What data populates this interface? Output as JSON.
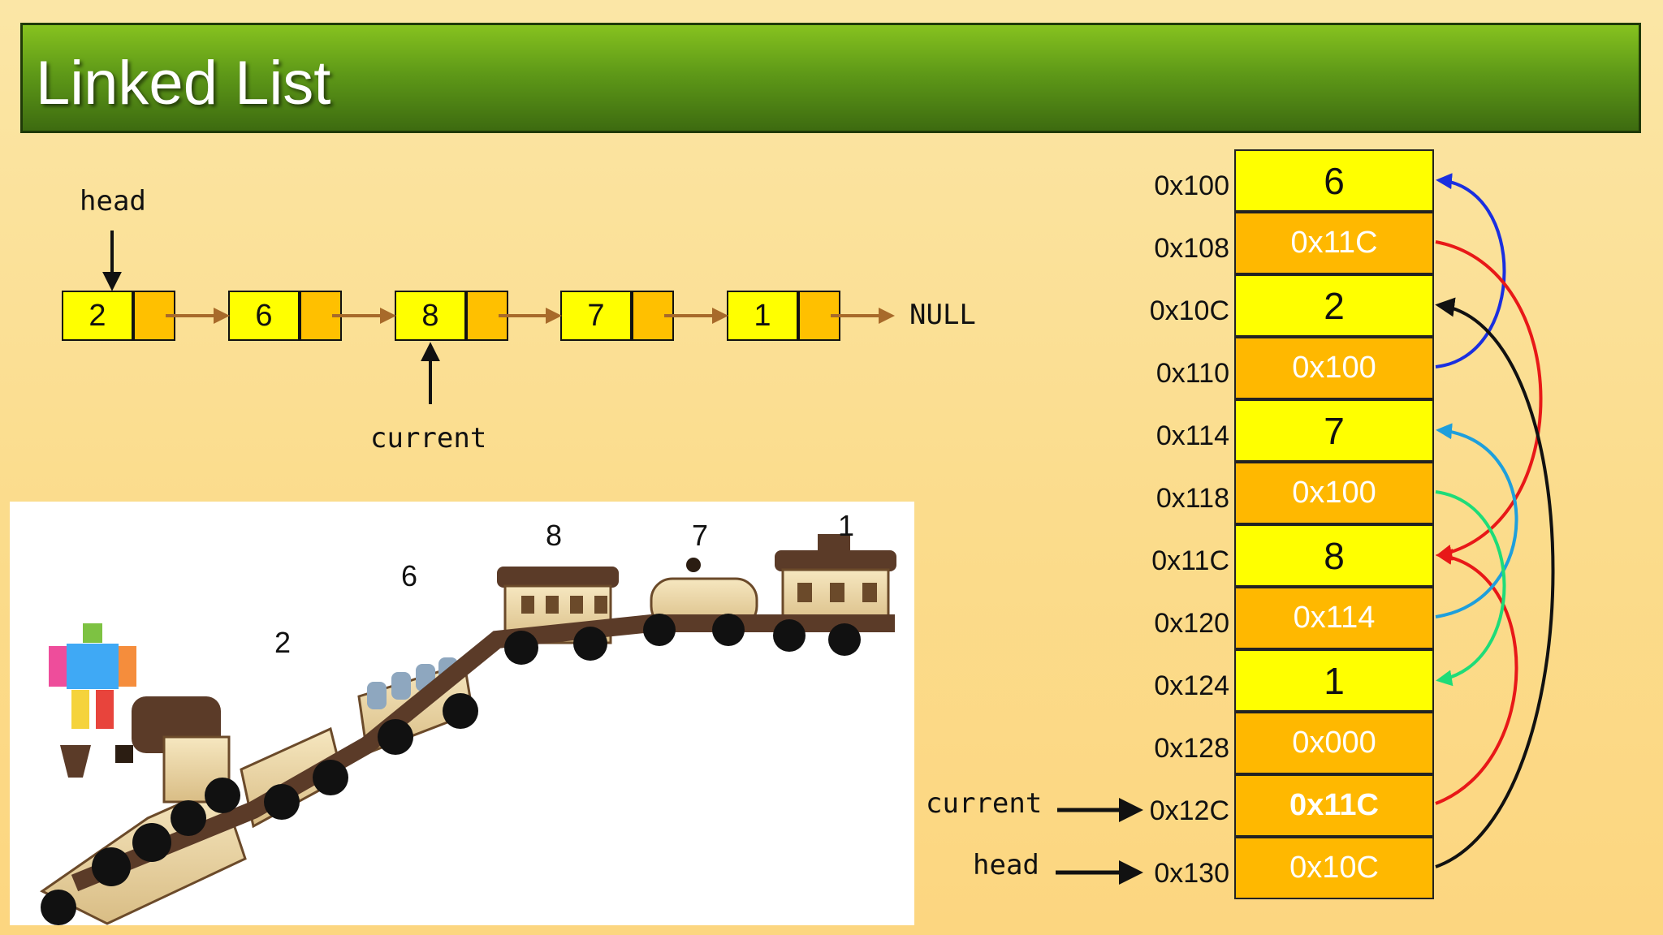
{
  "title": "Linked List",
  "diagram": {
    "head_label": "head",
    "current_label": "current",
    "null_label": "NULL",
    "nodes": [
      "2",
      "6",
      "8",
      "7",
      "1"
    ]
  },
  "photo": {
    "car_labels": [
      "2",
      "6",
      "8",
      "7",
      "1"
    ]
  },
  "memory": {
    "addresses": [
      "0x100",
      "0x108",
      "0x10C",
      "0x110",
      "0x114",
      "0x118",
      "0x11C",
      "0x120",
      "0x124",
      "0x128",
      "0x12C",
      "0x130"
    ],
    "cells": [
      "6",
      "0x11C",
      "2",
      "0x100",
      "7",
      "0x100",
      "8",
      "0x114",
      "1",
      "0x000",
      "0x11C",
      "0x10C"
    ],
    "current_label": "current",
    "head_label": "head"
  },
  "colors": {
    "value_cell": "#ffff00",
    "pointer_cell": "#ffc000",
    "link_arrow": "#a86a2a",
    "title_bar": "#5f9a18"
  }
}
